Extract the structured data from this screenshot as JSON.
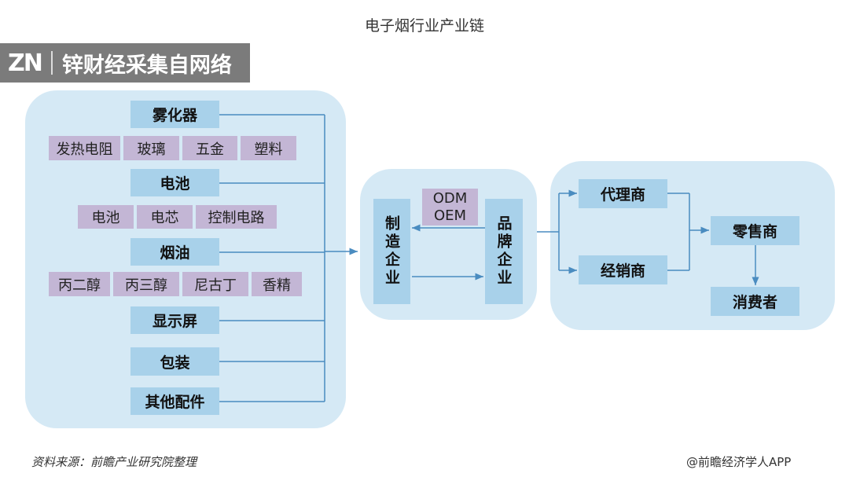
{
  "title": "电子烟行业产业链",
  "banner": {
    "logo": "ZN",
    "text": "锌财经采集自网络"
  },
  "components": [
    {
      "name": "雾化器",
      "parts": [
        "发热电阻",
        "玻璃",
        "五金",
        "塑料"
      ]
    },
    {
      "name": "电池",
      "parts": [
        "电池",
        "电芯",
        "控制电路"
      ]
    },
    {
      "name": "烟油",
      "parts": [
        "丙二醇",
        "丙三醇",
        "尼古丁",
        "香精"
      ]
    },
    {
      "name": "显示屏"
    },
    {
      "name": "包装"
    },
    {
      "name": "其他配件"
    }
  ],
  "midstream": {
    "manufacturer": "制造企业",
    "brand": "品牌企业",
    "mode": [
      "ODM",
      "OEM"
    ]
  },
  "downstream": {
    "agent": "代理商",
    "distributor": "经销商",
    "retailer": "零售商",
    "consumer": "消费者"
  },
  "footer": {
    "source": "资料来源：前瞻产业研究院整理",
    "credit": "@前瞻经济学人APP"
  },
  "colors": {
    "panel": "#d5e9f5",
    "box": "#a8d1ea",
    "part": "#c3b6d5",
    "line": "#4a8cc0"
  }
}
